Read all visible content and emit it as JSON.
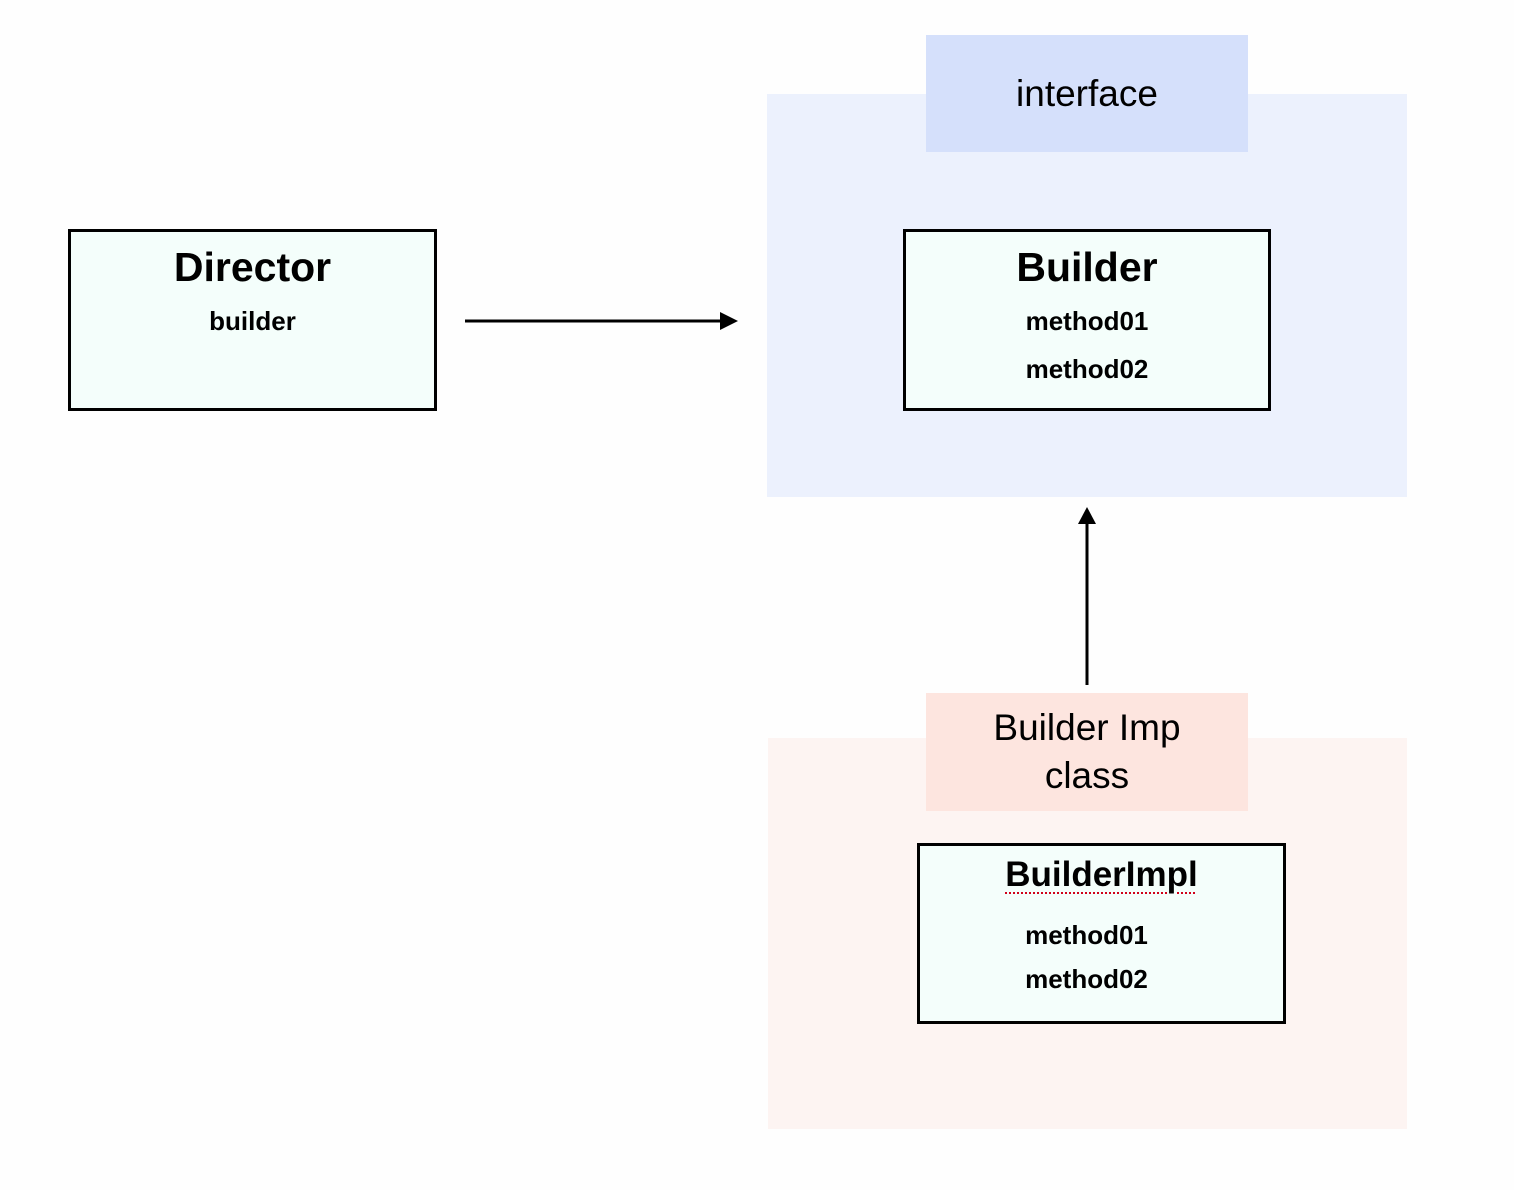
{
  "interface_group": {
    "tag": "interface"
  },
  "impl_group": {
    "tag_line1": "Builder Imp",
    "tag_line2": "class"
  },
  "director": {
    "title": "Director",
    "members": [
      "builder"
    ]
  },
  "builder": {
    "title": "Builder",
    "members": [
      "method01",
      "method02"
    ]
  },
  "builder_impl": {
    "title": "BuilderImpl",
    "members": [
      "method01",
      "method02"
    ]
  },
  "colors": {
    "interface_region": "#ecf1fd",
    "interface_tag": "#d5e0fb",
    "impl_region": "#fdf4f2",
    "impl_tag": "#fde5df",
    "class_fill": "#f4fefb",
    "stroke": "#000000"
  }
}
